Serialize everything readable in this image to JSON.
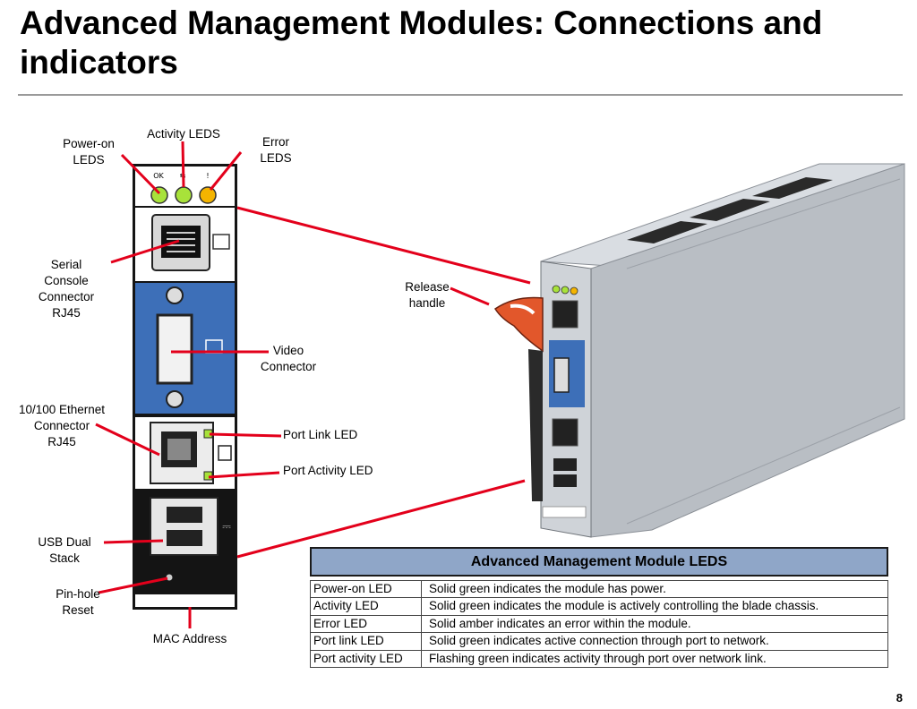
{
  "slide": {
    "title": "Advanced Management Modules: Connections and indicators",
    "page_number": "8"
  },
  "labels": {
    "activity_leds": "Activity LEDS",
    "power_on_leds": "Power-on\nLEDS",
    "error_leds": "Error\nLEDS",
    "serial_console": "Serial\nConsole\nConnector\nRJ45",
    "release_handle": "Release\nhandle",
    "video_connector": "Video\nConnector",
    "ethernet_connector": "10/100 Ethernet\nConnector\nRJ45",
    "port_link_led": "Port Link LED",
    "port_activity_led": "Port Activity LED",
    "usb_dual_stack": "USB Dual\nStack",
    "pinhole_reset": "Pin-hole\nReset",
    "mac_address": "MAC Address"
  },
  "table": {
    "title": "Advanced Management Module LEDS",
    "rows": [
      {
        "led": "Power-on LED",
        "description": "Solid green indicates the module has power."
      },
      {
        "led": "Activity LED",
        "description": "Solid green indicates the module is actively controlling the blade chassis."
      },
      {
        "led": "Error LED",
        "description": "Solid amber indicates an error within the module."
      },
      {
        "led": "Port link LED",
        "description": "Solid green indicates active connection through port to network."
      },
      {
        "led": "Port activity LED",
        "description": "Flashing green indicates activity through port over network link."
      }
    ]
  },
  "colors": {
    "callout": "#e3001b",
    "led_green": "#a8e23a",
    "led_amber": "#f4b400",
    "video_panel": "#3d6fb8",
    "table_header": "#8fa6c8",
    "handle": "#e2572b"
  }
}
